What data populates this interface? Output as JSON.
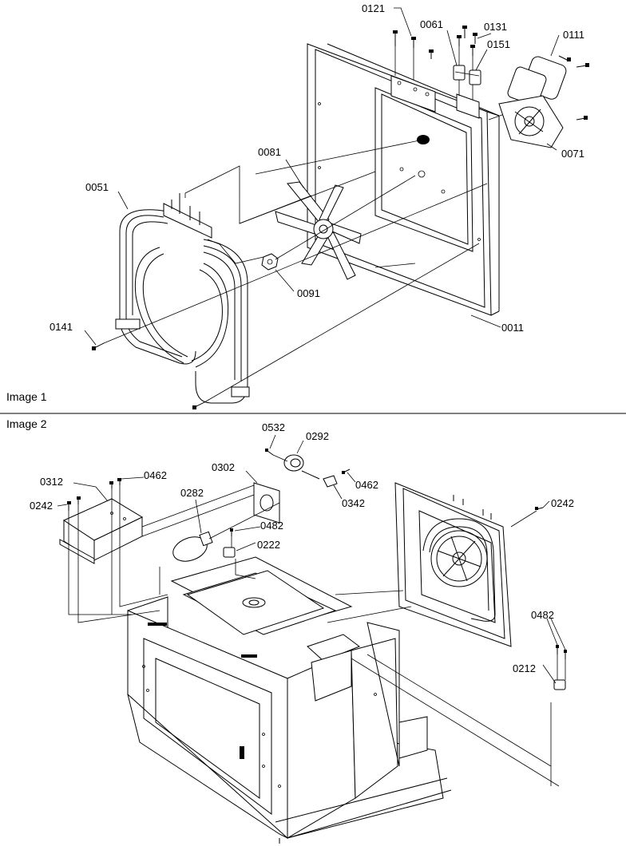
{
  "sections": [
    {
      "id": "image1",
      "label": "Image 1"
    },
    {
      "id": "image2",
      "label": "Image 2"
    }
  ],
  "image1_callouts": [
    "0121",
    "0061",
    "0131",
    "0151",
    "0111",
    "0071",
    "0081",
    "0051",
    "0091",
    "0011",
    "0141"
  ],
  "image2_callouts": [
    "0532",
    "0292",
    "0302",
    "0312",
    "0462",
    "0462b",
    "0242",
    "0282",
    "0342",
    "0482",
    "0222",
    "0242b",
    "0482b",
    "0212"
  ],
  "labels": {
    "0121": "0121",
    "0061": "0061",
    "0131": "0131",
    "0151": "0151",
    "0111": "0111",
    "0071": "0071",
    "0081": "0081",
    "0051": "0051",
    "0091": "0091",
    "0011": "0011",
    "0141": "0141",
    "0532": "0532",
    "0292": "0292",
    "0302": "0302",
    "0312": "0312",
    "0462": "0462",
    "0462b": "0462",
    "0242": "0242",
    "0282": "0282",
    "0342": "0342",
    "0482": "0482",
    "0222": "0222",
    "0242b": "0242",
    "0482b": "0482",
    "0212": "0212"
  }
}
